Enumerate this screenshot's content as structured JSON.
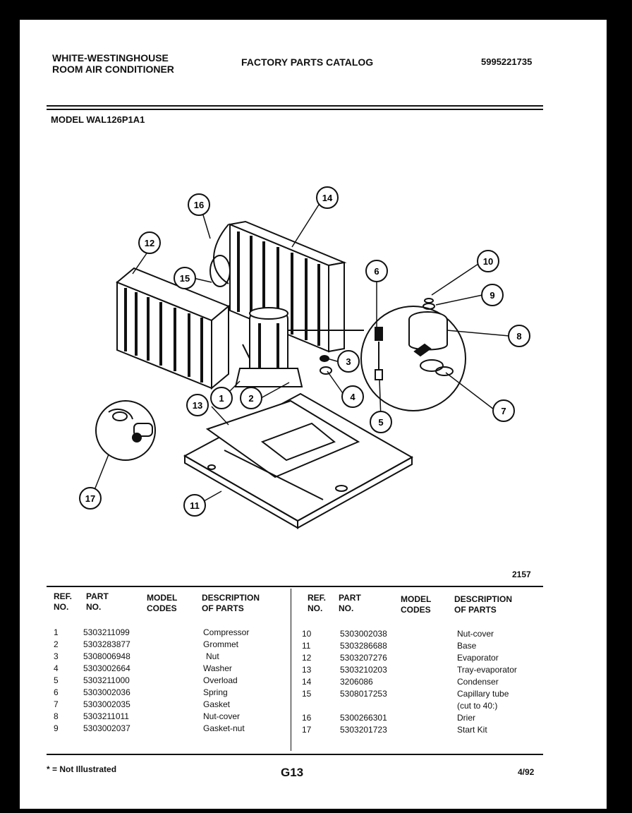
{
  "header": {
    "brand_line1": "WHITE-WESTINGHOUSE",
    "brand_line2": "ROOM AIR CONDITIONER",
    "catalog_title": "FACTORY PARTS CATALOG",
    "catalog_number": "5995221735"
  },
  "model_label": "MODEL WAL126P1A1",
  "diagram": {
    "callouts": [
      "1",
      "2",
      "3",
      "4",
      "5",
      "6",
      "7",
      "8",
      "9",
      "10",
      "11",
      "12",
      "13",
      "14",
      "15",
      "16",
      "17"
    ],
    "figure_number": "2157"
  },
  "table": {
    "headers": {
      "ref": [
        "REF.",
        "NO."
      ],
      "part": [
        "PART",
        "NO."
      ],
      "model": [
        "MODEL",
        "CODES"
      ],
      "desc": [
        "DESCRIPTION",
        "OF PARTS"
      ]
    },
    "left_rows": [
      {
        "ref": "1",
        "part": "5303211099",
        "desc": "Compressor"
      },
      {
        "ref": "2",
        "part": "5303283877",
        "desc": "Grommet"
      },
      {
        "ref": "3",
        "part": "5308006948",
        "desc": "Nut"
      },
      {
        "ref": "4",
        "part": "5303002664",
        "desc": "Washer"
      },
      {
        "ref": "5",
        "part": "5303211000",
        "desc": "Overload"
      },
      {
        "ref": "6",
        "part": "5303002036",
        "desc": "Spring"
      },
      {
        "ref": "7",
        "part": "5303002035",
        "desc": "Gasket"
      },
      {
        "ref": "8",
        "part": "5303211011",
        "desc": "Nut-cover"
      },
      {
        "ref": "9",
        "part": "5303002037",
        "desc": "Gasket-nut"
      }
    ],
    "right_rows": [
      {
        "ref": "10",
        "part": "5303002038",
        "desc": "Nut-cover"
      },
      {
        "ref": "11",
        "part": "5303286688",
        "desc": "Base"
      },
      {
        "ref": "12",
        "part": "5303207276",
        "desc": "Evaporator"
      },
      {
        "ref": "13",
        "part": "5303210203",
        "desc": "Tray-evaporator"
      },
      {
        "ref": "14",
        "part": "3206086",
        "desc": "Condenser"
      },
      {
        "ref": "15",
        "part": "5308017253",
        "desc": "Capillary tube"
      },
      {
        "ref": "",
        "part": "",
        "desc": "(cut to 40:)"
      },
      {
        "ref": "16",
        "part": "5300266301",
        "desc": "Drier"
      },
      {
        "ref": "17",
        "part": "5303201723",
        "desc": "Start Kit"
      }
    ]
  },
  "footer": {
    "note": "* = Not Illustrated",
    "page_code": "G13",
    "date": "4/92"
  }
}
